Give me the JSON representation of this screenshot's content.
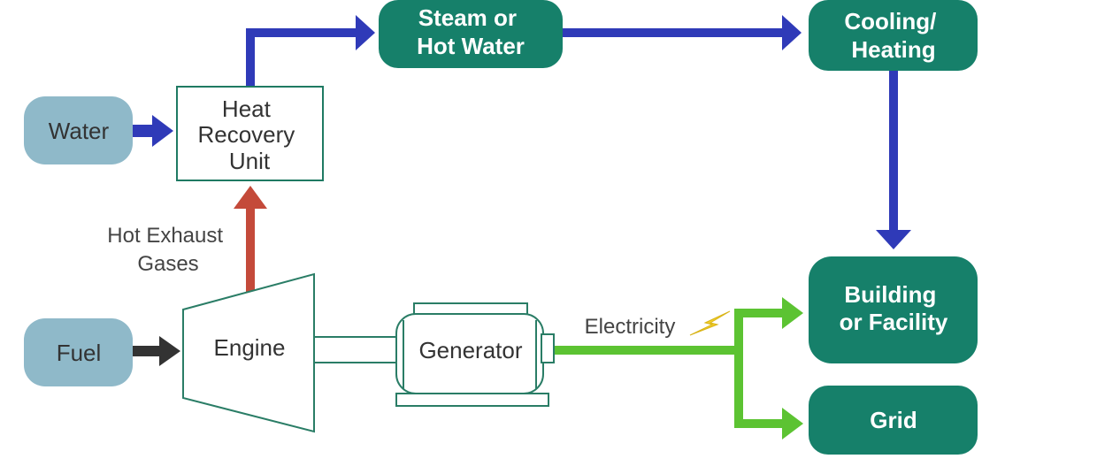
{
  "nodes": {
    "water": {
      "label": "Water"
    },
    "fuel": {
      "label": "Fuel"
    },
    "heat_recovery_unit": {
      "lines": [
        "Heat",
        "Recovery",
        "Unit"
      ]
    },
    "engine": {
      "label": "Engine"
    },
    "generator": {
      "label": "Generator"
    },
    "steam_hot_water": {
      "lines": [
        "Steam or",
        "Hot Water"
      ]
    },
    "cooling_heating": {
      "lines": [
        "Cooling/",
        "Heating"
      ]
    },
    "building_facility": {
      "lines": [
        "Building",
        "or Facility"
      ]
    },
    "grid": {
      "label": "Grid"
    }
  },
  "edge_labels": {
    "hot_exhaust": [
      "Hot Exhaust",
      "Gases"
    ],
    "electricity": "Electricity"
  },
  "colors": {
    "light_node": "#8fb9c9",
    "dark_node": "#16806a",
    "outline_node": "#1f7a63",
    "water_flow": "#2f3ab8",
    "exhaust_flow": "#c44a3a",
    "electricity_flow": "#5cc332",
    "fuel_flow": "#333333",
    "lightning": "#f2cf2a"
  },
  "icons": {
    "lightning": "lightning-bolt-icon"
  }
}
